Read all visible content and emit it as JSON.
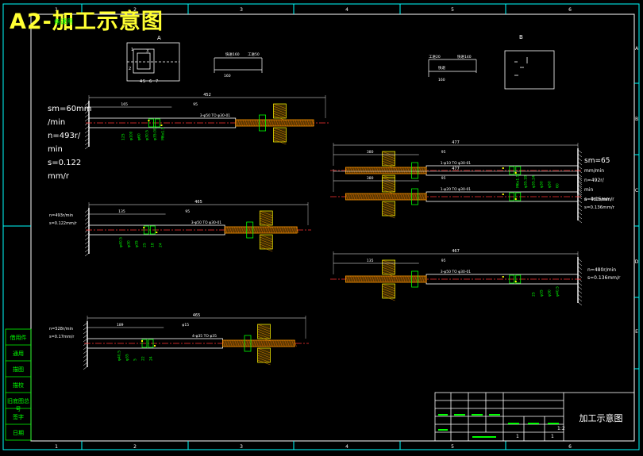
{
  "title": "A2-加工示意图",
  "stamp": "备课用",
  "title_block": {
    "drawing_name": "加工示意图",
    "scale": "1:2",
    "row_digits": "1",
    "sheet": "1"
  },
  "side_stamps": [
    "借用件",
    "通用",
    "描图",
    "描校",
    "旧底图总号",
    "签字",
    "日期"
  ],
  "border": {
    "columns_top": [
      "1",
      "2",
      "3",
      "4",
      "5",
      "6"
    ],
    "columns_bottom": [
      "1",
      "2",
      "3",
      "4",
      "5",
      "6"
    ],
    "rows_right": [
      "A",
      "B",
      "C",
      "D",
      "E"
    ]
  },
  "details": {
    "a_label": "A",
    "b_label": "B",
    "a_numbers": [
      "1",
      "2",
      "3",
      "4",
      "5",
      "6",
      "7"
    ],
    "mini1_labels": [
      "快进160",
      "工进50",
      "160"
    ],
    "mini2_labels": [
      "工进20",
      "快进140",
      "快退",
      "160"
    ]
  },
  "params": {
    "left_top": [
      "sm=60mm",
      "/min",
      "n=493r/",
      "min",
      "s=0.122",
      "mm/r"
    ],
    "right_top": [
      "sm=65",
      "mm/min",
      "n=492r/",
      "min",
      "s=0.15mm/r",
      "n=480r/min",
      "s=0.136mm/r"
    ],
    "mid_left": [
      "n=493r/min",
      "s=0.122mm/r"
    ],
    "mid_right": [
      "n=480r/min",
      "s=0.136mm/r"
    ],
    "bot_left": [
      "n=528r/min",
      "s=0.17mm/r"
    ]
  },
  "tool_labels": {
    "t1": "3-φ50 TO φ30-01",
    "t2a": "1-φ10 TO φ30-01",
    "t2b": "1-φ20 TO φ30-01",
    "t3": "3-φ50 TO φ30-01",
    "t4": "3-φ50 TO φ30-01",
    "t5": "4-φ35 TO φ35"
  },
  "dims": {
    "t1": [
      "452",
      "165",
      "95",
      "125",
      "φ100",
      "φ60",
      "φ30.5",
      "φ35.007",
      "M6x1.5"
    ],
    "t2": [
      "477",
      "380",
      "95",
      "60",
      "φ50",
      "φ30",
      "φ35.24",
      "φ35.18",
      "M6x1.5"
    ],
    "t3": [
      "465",
      "135",
      "95",
      "φ40.5",
      "φ30",
      "φ35",
      "25",
      "18",
      "24"
    ],
    "t4": [
      "467",
      "135",
      "95",
      "φ40.5",
      "φ30",
      "φ35",
      "25"
    ],
    "t5": [
      "465",
      "189",
      "φ15",
      "φ40.5",
      "φ35",
      "5",
      "22",
      "24"
    ]
  }
}
